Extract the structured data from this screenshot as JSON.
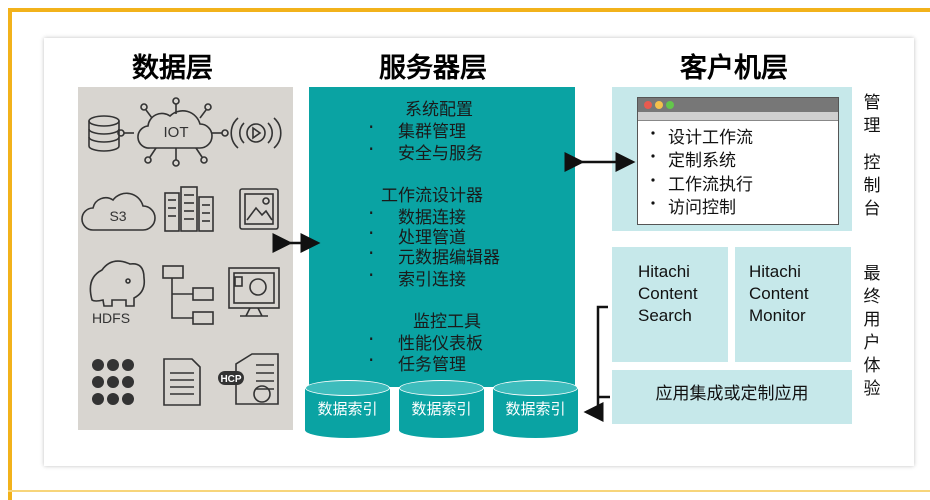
{
  "headings": {
    "data_layer": "数据层",
    "server_layer": "服务器层",
    "client_layer": "客户机层"
  },
  "server": {
    "config_title": "系统配置",
    "config_items": [
      "集群管理",
      "安全与服务"
    ],
    "workflow_title": "工作流设计器",
    "workflow_items": [
      "数据连接",
      "处理管道",
      "元数据编辑器",
      "索引连接"
    ],
    "monitor_title": "监控工具",
    "monitor_items": [
      "性能仪表板",
      "任务管理"
    ]
  },
  "indexes": [
    "数据索引",
    "数据索引",
    "数据索引"
  ],
  "console": {
    "items": [
      "设计工作流",
      "定制系统",
      "工作流执行",
      "访问控制"
    ],
    "side_label": "管理控制台",
    "side_label_chars": [
      "管",
      "理",
      "控",
      "制",
      "台"
    ]
  },
  "end_user": {
    "search_box": [
      "Hitachi",
      "Content",
      "Search"
    ],
    "monitor_box": [
      "Hitachi",
      "Content",
      "Monitor"
    ],
    "app_box": "应用集成或定制应用",
    "side_label_chars": [
      "最",
      "终",
      "用",
      "户",
      "体",
      "验"
    ]
  },
  "data_icons": {
    "iot_label": "IOT",
    "s3_label": "S3",
    "hdfs_label": "HDFS",
    "hcp_label": "HCP"
  },
  "colors": {
    "frame": "#f2b21b",
    "server_teal": "#0aa3a3",
    "client_panel": "#c6e8ea",
    "data_panel": "#d8d5d0"
  }
}
